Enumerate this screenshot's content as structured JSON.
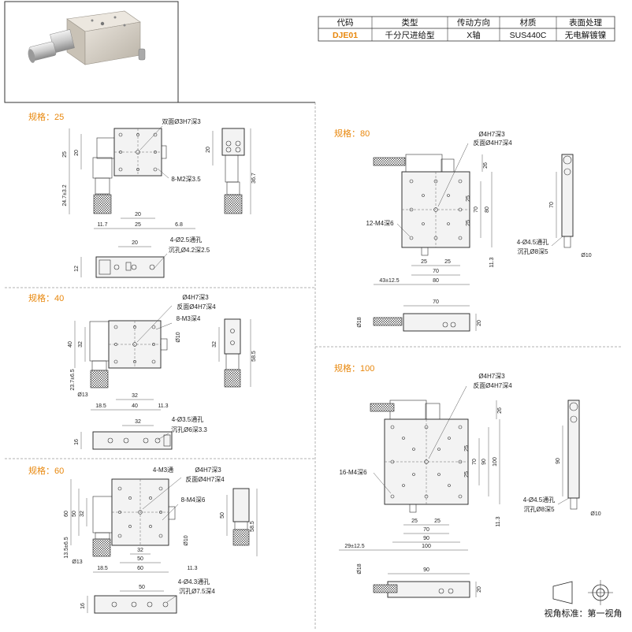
{
  "spec_table": {
    "headers": [
      "代码",
      "类型",
      "传动方向",
      "材质",
      "表面处理"
    ],
    "row": [
      "DJE01",
      "千分尺进给型",
      "X轴",
      "SUS440C",
      "无电解镀镍"
    ]
  },
  "specs": {
    "s25": {
      "label": "规格：25",
      "notes": [
        "双面Ø3H7深3",
        "8-M2深3.5",
        "4-Ø2.5通孔",
        "沉孔Ø4.2深2.5"
      ],
      "dims": [
        "25",
        "20",
        "24.7±3.2",
        "20",
        "20",
        "25",
        "11.7",
        "6.8",
        "36.7",
        "20",
        "12"
      ]
    },
    "s40": {
      "label": "规格：40",
      "notes": [
        "Ø4H7深3",
        "反面Ø4H7深4",
        "8-M3深4",
        "4-Ø3.5通孔",
        "沉孔Ø6深3.3"
      ],
      "dims": [
        "40",
        "32",
        "23.7±6.5",
        "Ø10",
        "Ø13",
        "32",
        "18.5",
        "40",
        "11.3",
        "32",
        "58.5",
        "32",
        "16"
      ]
    },
    "s60": {
      "label": "规格：60",
      "notes": [
        "4-M3通",
        "Ø4H7深3",
        "反面Ø4H7深4",
        "8-M4深6",
        "4-Ø4.3通孔",
        "沉孔Ø7.5深4"
      ],
      "dims": [
        "60",
        "50",
        "32",
        "13.5±6.5",
        "Ø10",
        "Ø13",
        "32",
        "50",
        "18.5",
        "60",
        "11.3",
        "50",
        "58.5",
        "50",
        "16"
      ]
    },
    "s80": {
      "label": "规格：80",
      "notes": [
        "Ø4H7深3",
        "反面Ø4H7深4",
        "12-M4深6",
        "4-Ø4.5通孔",
        "沉孔Ø8深5"
      ],
      "dims": [
        "26",
        "25",
        "25",
        "70",
        "80",
        "25",
        "25",
        "70",
        "80",
        "43±12.5",
        "11.3",
        "70",
        "Ø10",
        "70",
        "Ø18",
        "20"
      ]
    },
    "s100": {
      "label": "规格：100",
      "notes": [
        "Ø4H7深3",
        "反面Ø4H7深4",
        "16-M4深6",
        "4-Ø4.5通孔",
        "沉孔Ø8深5"
      ],
      "dims": [
        "26",
        "25",
        "25",
        "70",
        "90",
        "100",
        "25",
        "25",
        "70",
        "90",
        "100",
        "29±12.5",
        "11.3",
        "90",
        "Ø10",
        "90",
        "Ø18",
        "20"
      ]
    }
  },
  "legend": {
    "label": "视角标准：第一视角"
  }
}
